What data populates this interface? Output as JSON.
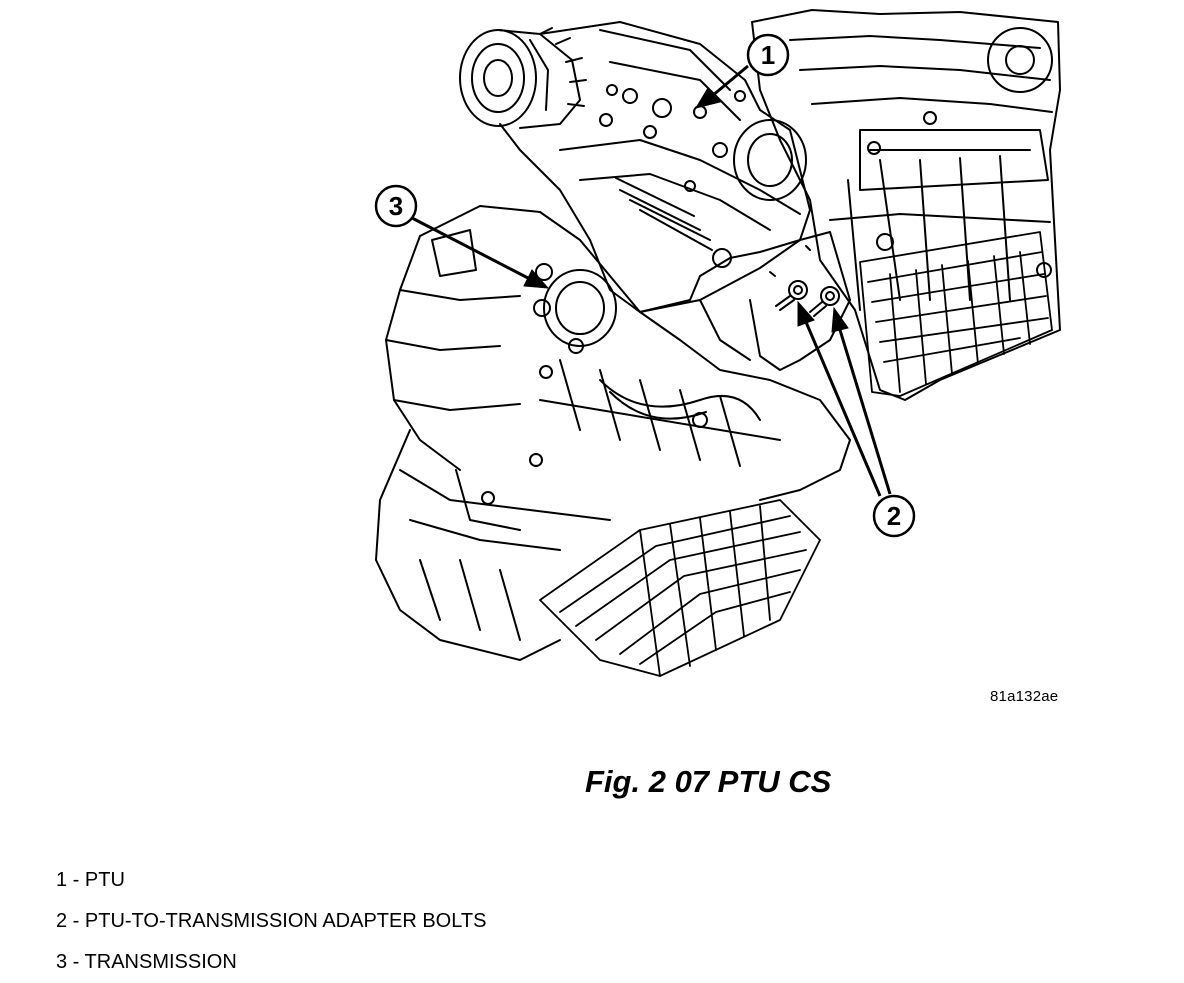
{
  "figure": {
    "image_code": "81a132ae",
    "title": "Fig. 2 07 PTU CS",
    "callouts": [
      {
        "number": "1",
        "part": "PTU"
      },
      {
        "number": "2",
        "part": "PTU-TO-TRANSMISSION ADAPTER BOLTS"
      },
      {
        "number": "3",
        "part": "TRANSMISSION"
      }
    ]
  },
  "legend": [
    "1 - PTU",
    "2 - PTU-TO-TRANSMISSION ADAPTER BOLTS",
    "3 - TRANSMISSION"
  ]
}
